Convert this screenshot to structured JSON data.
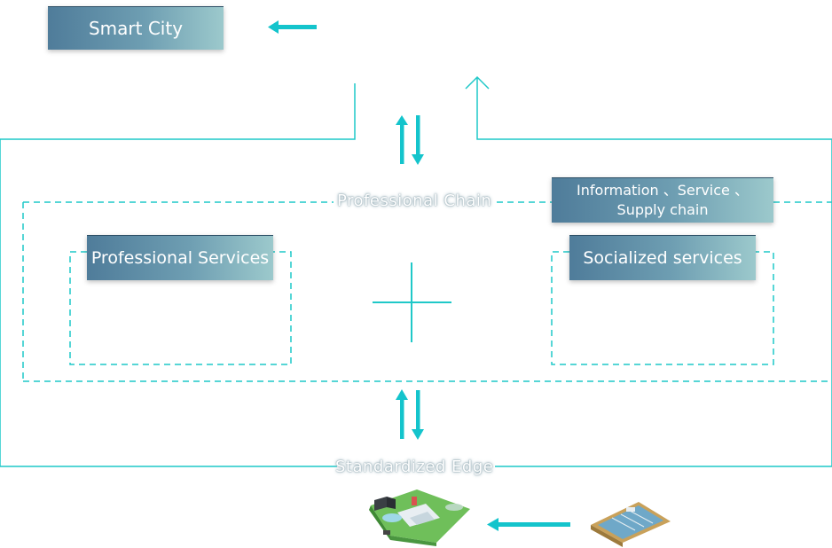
{
  "smart_city": {
    "label": "Smart City"
  },
  "chains": {
    "professional_chain": "Professional Chain",
    "standardized_edge": "Standardized Edge"
  },
  "boxes": {
    "professional_services": "Professional Services",
    "socialized_services": "Socialized services",
    "information_line1": "Information 、Service 、",
    "information_line2": "Supply chain"
  },
  "icons": {
    "left_arrow": "arrow-left-icon",
    "up_arrow": "arrow-up-icon",
    "bidirectional": "bidirectional-arrow-icon",
    "plus": "plus-icon",
    "facility_3d": "treatment-plant-3d-icon",
    "plant_layout": "plant-layout-icon"
  },
  "colors": {
    "accent": "#1fc8c8",
    "arrow": "#14c4cc",
    "box_dark": "#4f7c9a",
    "box_light": "#9cc9cc"
  }
}
